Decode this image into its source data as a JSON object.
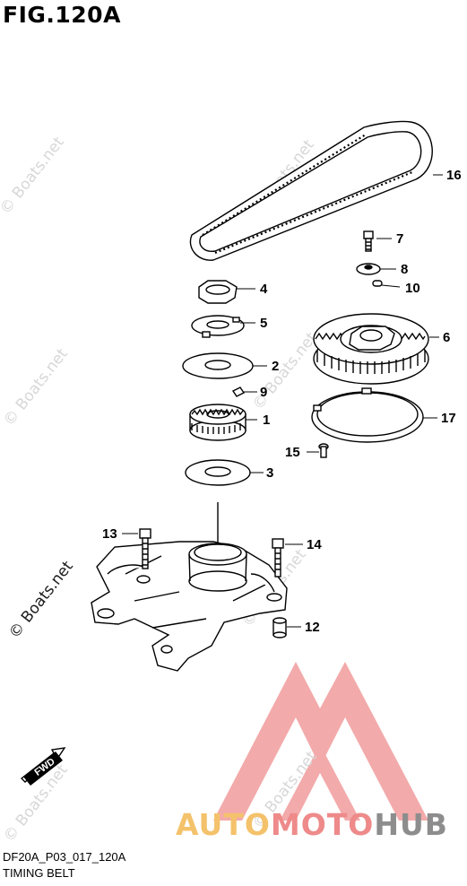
{
  "figure": {
    "title": "FIG.120A",
    "code": "DF20A_P03_017_120A",
    "subtitle": "TIMING BELT"
  },
  "watermark": {
    "text": "© Boats.net"
  },
  "fwd_label": "FWD",
  "logo": {
    "part1": "AUTO",
    "part2": "MOTO",
    "part3": "HUB",
    "colors": [
      "#f4c26b",
      "#ee8a8a",
      "#8d8d8d"
    ]
  },
  "callouts": [
    "16",
    "7",
    "8",
    "10",
    "4",
    "6",
    "5",
    "2",
    "9",
    "1",
    "17",
    "15",
    "3",
    "13",
    "14",
    "12"
  ]
}
